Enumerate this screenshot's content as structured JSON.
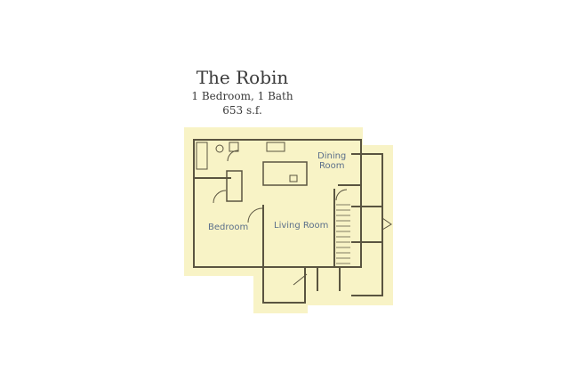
{
  "plan": {
    "name": "The Robin",
    "type": "1 Bedroom, 1 Bath",
    "area": "653 s.f."
  },
  "rooms": {
    "dining_line1": "Dining",
    "dining_line2": "Room",
    "bedroom": "Bedroom",
    "living": "Living Room"
  },
  "colors": {
    "fill": "#f8f3c6",
    "wall": "#5a5440",
    "label": "#5b6f8a"
  }
}
